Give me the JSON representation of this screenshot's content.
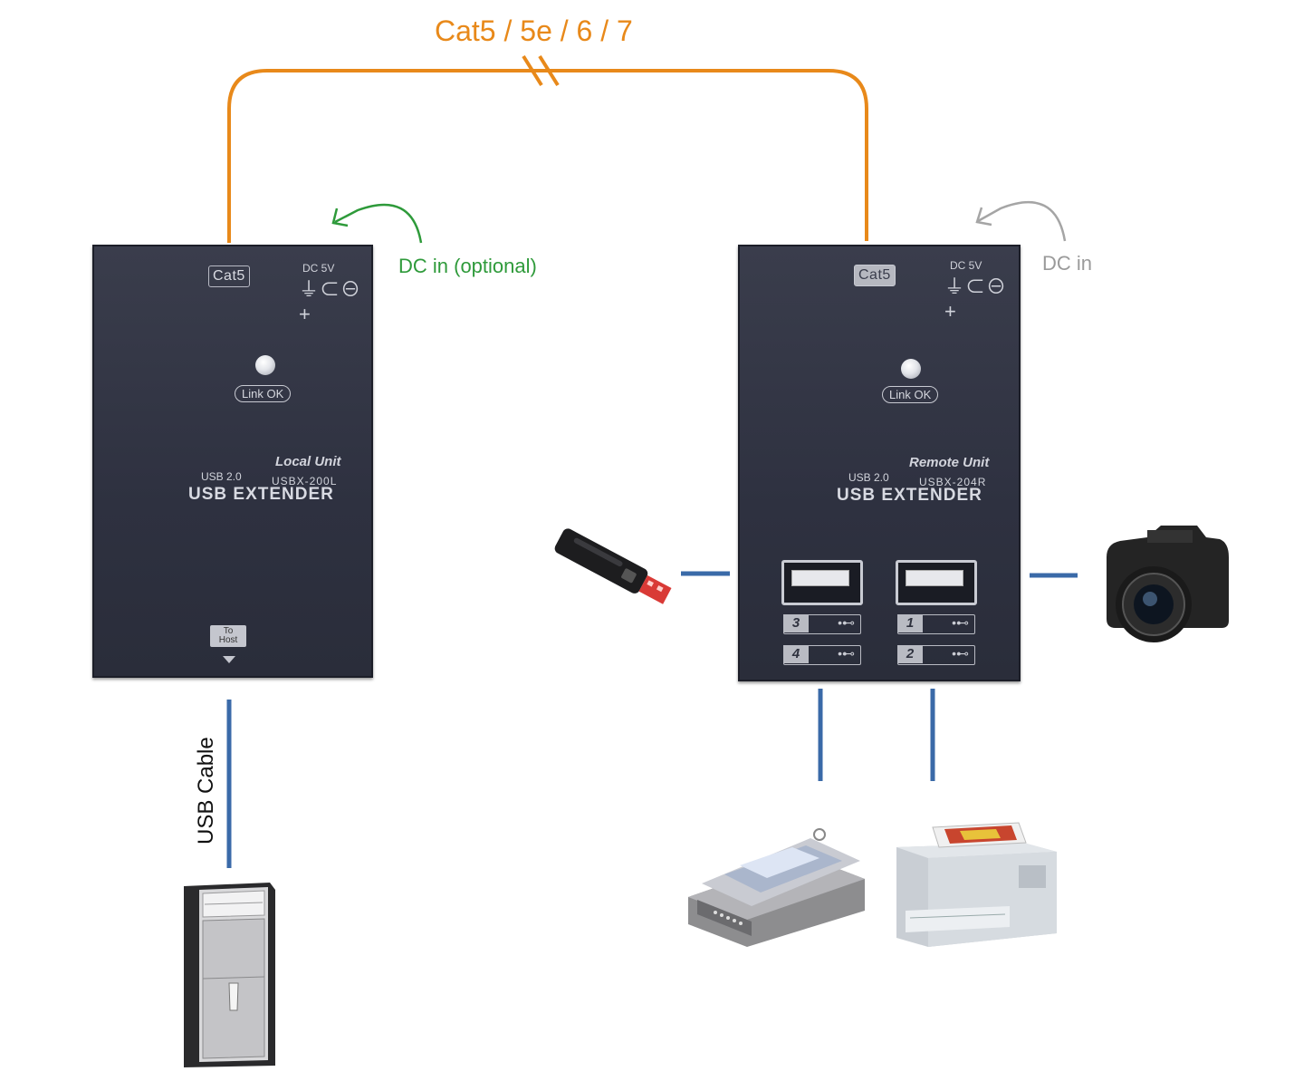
{
  "cable": {
    "label": "Cat5 / 5e / 6 / 7",
    "color": "#e8891a"
  },
  "local_unit": {
    "cat5": "Cat5",
    "dc_label": "DC 5V",
    "dc_symbol": "⏚⊂⊖ +",
    "led_label": "Link OK",
    "unit_name": "Local Unit",
    "usb": "USB 2.0",
    "model": "USBX-200L",
    "product": "USB EXTENDER",
    "to_host": "To Host"
  },
  "remote_unit": {
    "cat5": "Cat5",
    "dc_label": "DC 5V",
    "dc_symbol": "⏚⊂⊖ +",
    "led_label": "Link OK",
    "unit_name": "Remote Unit",
    "usb": "USB 2.0",
    "model": "USBX-204R",
    "product": "USB EXTENDER",
    "ports": [
      "3",
      "1",
      "4",
      "2"
    ],
    "usb_symbol": "•⊷"
  },
  "annotations": {
    "dc_optional": "DC in (optional)",
    "dc_in": "DC in",
    "usb_cable": "USB Cable"
  },
  "colors": {
    "green": "#2e9a3a",
    "gray": "#9a9a9a",
    "blue": "#3a6aa8",
    "unit": "#2e3140"
  },
  "devices": [
    "usb-flash-drive",
    "digital-camera",
    "scanner",
    "printer",
    "desktop-pc"
  ]
}
